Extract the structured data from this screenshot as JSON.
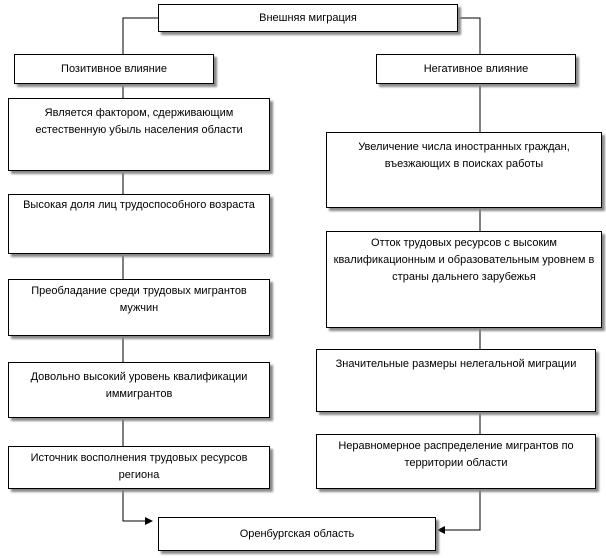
{
  "root": {
    "label": "Внешняя миграция"
  },
  "positive": {
    "header": "Позитивное влияние",
    "items": [
      "Является фактором, сдерживающим естественную убыль населения области",
      "Высокая доля лиц трудоспособного возраста",
      "Преобладание среди трудовых мигрантов мужчин",
      "Довольно высокий уровень квалификации иммигрантов",
      "Источник восполнения трудовых ресурсов региона"
    ]
  },
  "negative": {
    "header": "Негативное влияние",
    "items": [
      "Увеличение числа иностранных граждан, въезжающих в поисках работы",
      "Отток трудовых ресурсов с высоким квалификационным и образовательным уровнем в страны дальнего зарубежья",
      "Значительные размеры нелегальной миграции",
      "Неравномерное распределение мигрантов по территории области"
    ]
  },
  "target": {
    "label": "Оренбургская область"
  }
}
